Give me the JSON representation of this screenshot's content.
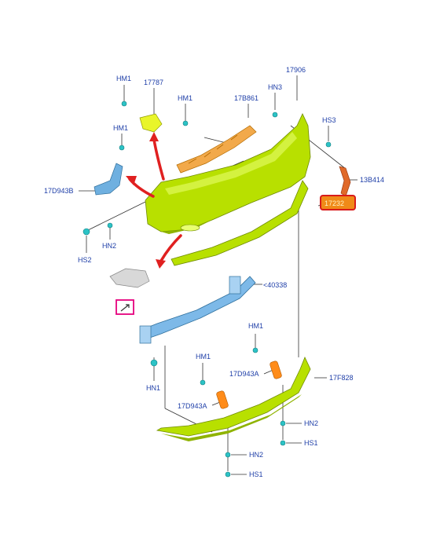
{
  "callouts": {
    "hm1_a": "HM1",
    "p17787": "17787",
    "hm1_b": "HM1",
    "p17b861": "17B861",
    "hn3": "HN3",
    "p17906": "17906",
    "hs3": "HS3",
    "hm1_c": "HM1",
    "p17d943b": "17D943B",
    "p13b414": "13B414",
    "p17232": "17232",
    "hs2": "HS2",
    "hn2_a": "HN2",
    "p40338": "<40338",
    "hm1_d": "HM1",
    "hm1_e": "HM1",
    "p17d943a_a": "17D943A",
    "p17f828": "17F828",
    "hn1": "HN1",
    "p17d943a_b": "17D943A",
    "hn2_b": "HN2",
    "hs1_a": "HS1",
    "hn2_c": "HN2",
    "hs1_b": "HS1"
  },
  "colors": {
    "bumper": "#b8e000",
    "bumper_dark": "#8fb300",
    "bracket": "#6fb0e0",
    "reflector": "#ff8c1a",
    "arrow": "#e02020",
    "fastener": "#2cc3c6",
    "highlight_box": "#d81b1b",
    "magenta": "#e6007e",
    "label": "#1f3fa8"
  },
  "icons": [
    "fastener-icon",
    "arrow-icon",
    "bracket-icon"
  ]
}
